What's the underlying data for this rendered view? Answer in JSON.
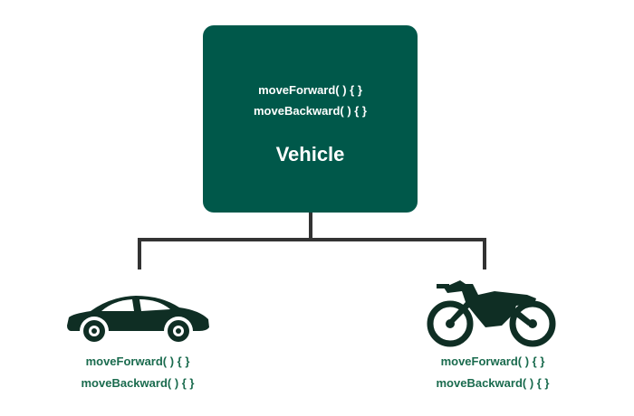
{
  "parent": {
    "title": "Vehicle",
    "methods": [
      "moveForward( ) { }",
      "moveBackward( ) { }"
    ]
  },
  "children": [
    {
      "icon": "car-icon",
      "methods": [
        "moveForward( ) { }",
        "moveBackward( ) { }"
      ]
    },
    {
      "icon": "motorcycle-icon",
      "methods": [
        "moveForward( ) { }",
        "moveBackward( ) { }"
      ]
    }
  ],
  "colors": {
    "box": "#00584a",
    "line": "#333333",
    "icon": "#0f2e24",
    "child_text": "#1a6b4e"
  }
}
